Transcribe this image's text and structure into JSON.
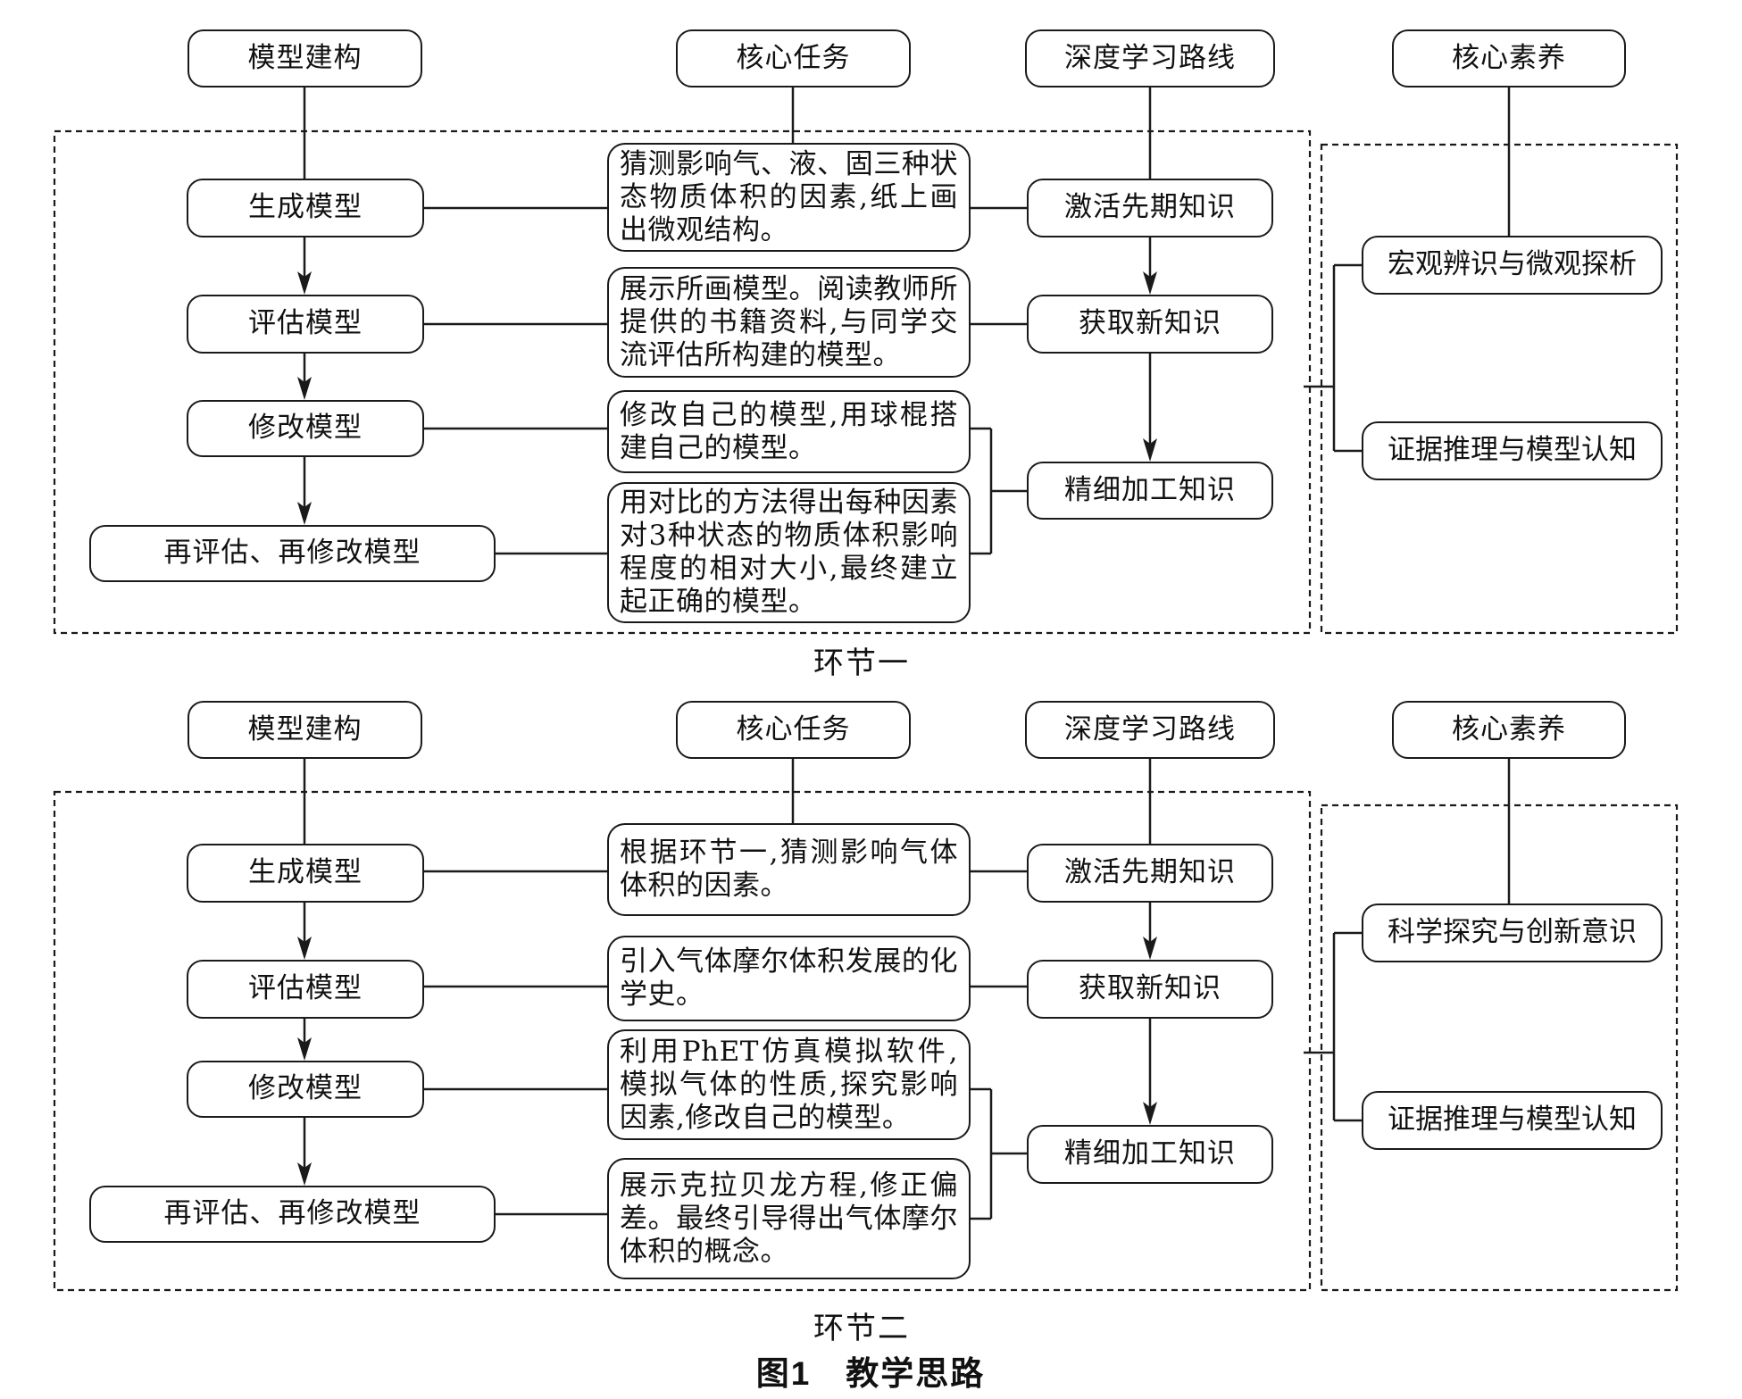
{
  "figure": {
    "caption": "图1　教学思路"
  },
  "sections": [
    {
      "label": "环节一",
      "headers": {
        "model_construction": "模型建构",
        "core_task": "核心任务",
        "deep_learning_route": "深度学习路线",
        "core_literacy": "核心素养"
      },
      "model_steps": [
        "生成模型",
        "评估模型",
        "修改模型",
        "再评估、再修改模型"
      ],
      "tasks": [
        "猜测影响气、液、固三种状态物质体积的因素,纸上画出微观结构。",
        "展示所画模型。阅读教师所提供的书籍资料,与同学交流评估所构建的模型。",
        "修改自己的模型,用球棍搭建自己的模型。",
        "用对比的方法得出每种因素对3种状态的物质体积影响程度的相对大小,最终建立起正确的模型。"
      ],
      "route_steps": [
        "激活先期知识",
        "获取新知识",
        "精细加工知识"
      ],
      "literacy_items": [
        "宏观辨识与微观探析",
        "证据推理与模型认知"
      ]
    },
    {
      "label": "环节二",
      "headers": {
        "model_construction": "模型建构",
        "core_task": "核心任务",
        "deep_learning_route": "深度学习路线",
        "core_literacy": "核心素养"
      },
      "model_steps": [
        "生成模型",
        "评估模型",
        "修改模型",
        "再评估、再修改模型"
      ],
      "tasks": [
        "根据环节一,猜测影响气体体积的因素。",
        "引入气体摩尔体积发展的化学史。",
        "利用PhET仿真模拟软件,模拟气体的性质,探究影响因素,修改自己的模型。",
        "展示克拉贝龙方程,修正偏差。最终引导得出气体摩尔体积的概念。"
      ],
      "route_steps": [
        "激活先期知识",
        "获取新知识",
        "精细加工知识"
      ],
      "literacy_items": [
        "科学探究与创新意识",
        "证据推理与模型认知"
      ]
    }
  ]
}
